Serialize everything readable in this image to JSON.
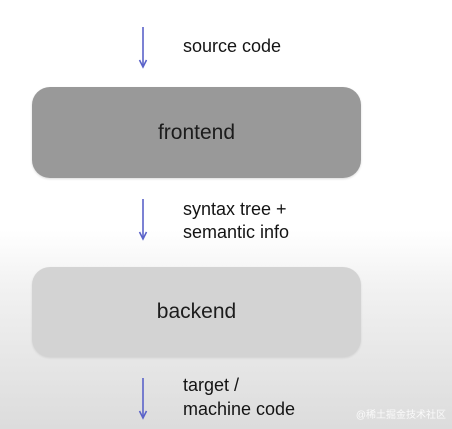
{
  "flow": {
    "input_label": "source code",
    "frontend_label": "frontend",
    "middle_label_line1": "syntax tree +",
    "middle_label_line2": "semantic info",
    "backend_label": "backend",
    "output_label_line1": "target /",
    "output_label_line2": "machine code"
  },
  "watermark": "@稀土掘金技术社区",
  "colors": {
    "arrow": "#5b63c9",
    "frontend_fill": "#999999",
    "backend_fill": "#d3d3d3"
  }
}
